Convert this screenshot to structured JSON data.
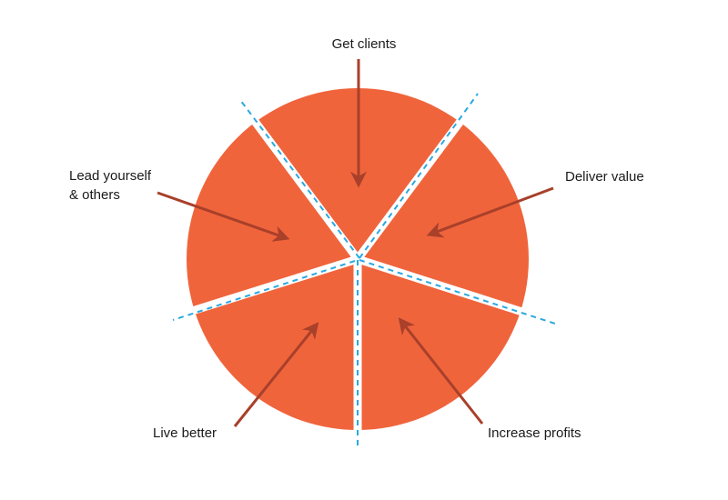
{
  "labels": {
    "top": "Get clients",
    "right": "Deliver value",
    "bottom_right": "Increase profits",
    "bottom_left": "Live better",
    "left_line1": "Lead yourself",
    "left_line2": "& others"
  },
  "colors": {
    "segment": "#f0643c",
    "arrow": "#a8402a",
    "divider": "#29a9e0",
    "gap": "#ffffff",
    "text": "#1a1a1a"
  }
}
